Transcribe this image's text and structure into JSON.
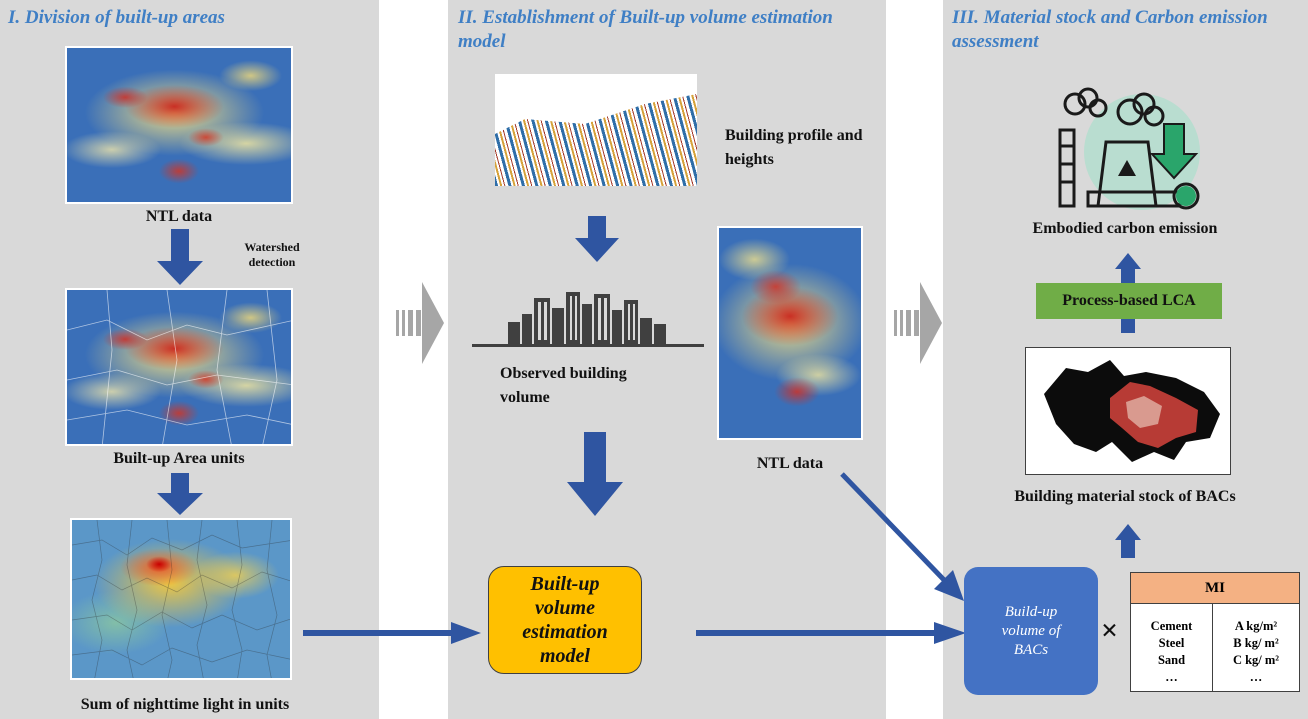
{
  "panels": [
    {
      "title": "I. Division of built-up areas"
    },
    {
      "title": "II. Establishment of Built-up volume estimation model"
    },
    {
      "title": "III. Material stock and Carbon emission assessment"
    }
  ],
  "panel1": {
    "ntl_label": "NTL data",
    "watershed_label": "Watershed detection",
    "bau_label": "Built-up Area units",
    "sum_label": "Sum of nighttime light in units"
  },
  "panel2": {
    "profile_label": "Building profile and heights",
    "observed_label": "Observed building volume",
    "ntl_label": "NTL data",
    "model_label": "Built-up volume estimation model"
  },
  "panel3": {
    "emission_label": "Embodied carbon emission",
    "lca_label": "Process-based LCA",
    "stock_label": "Building material stock of BACs",
    "volume_label": "Build-up volume of BACs",
    "multiply_sign": "×",
    "mi_header": "MI",
    "materials": [
      "Cement",
      "Steel",
      "Sand",
      "…"
    ],
    "intensities": [
      "A kg/m²",
      "B kg/ m²",
      "C kg/ m²",
      "…"
    ]
  },
  "colors": {
    "panel": "#d9d9d9",
    "title": "#3f7fc5",
    "arrow": "#2f55a1",
    "lca": "#70ad47",
    "model": "#ffc000",
    "volume": "#4472c4",
    "mi_header": "#f4b183"
  }
}
